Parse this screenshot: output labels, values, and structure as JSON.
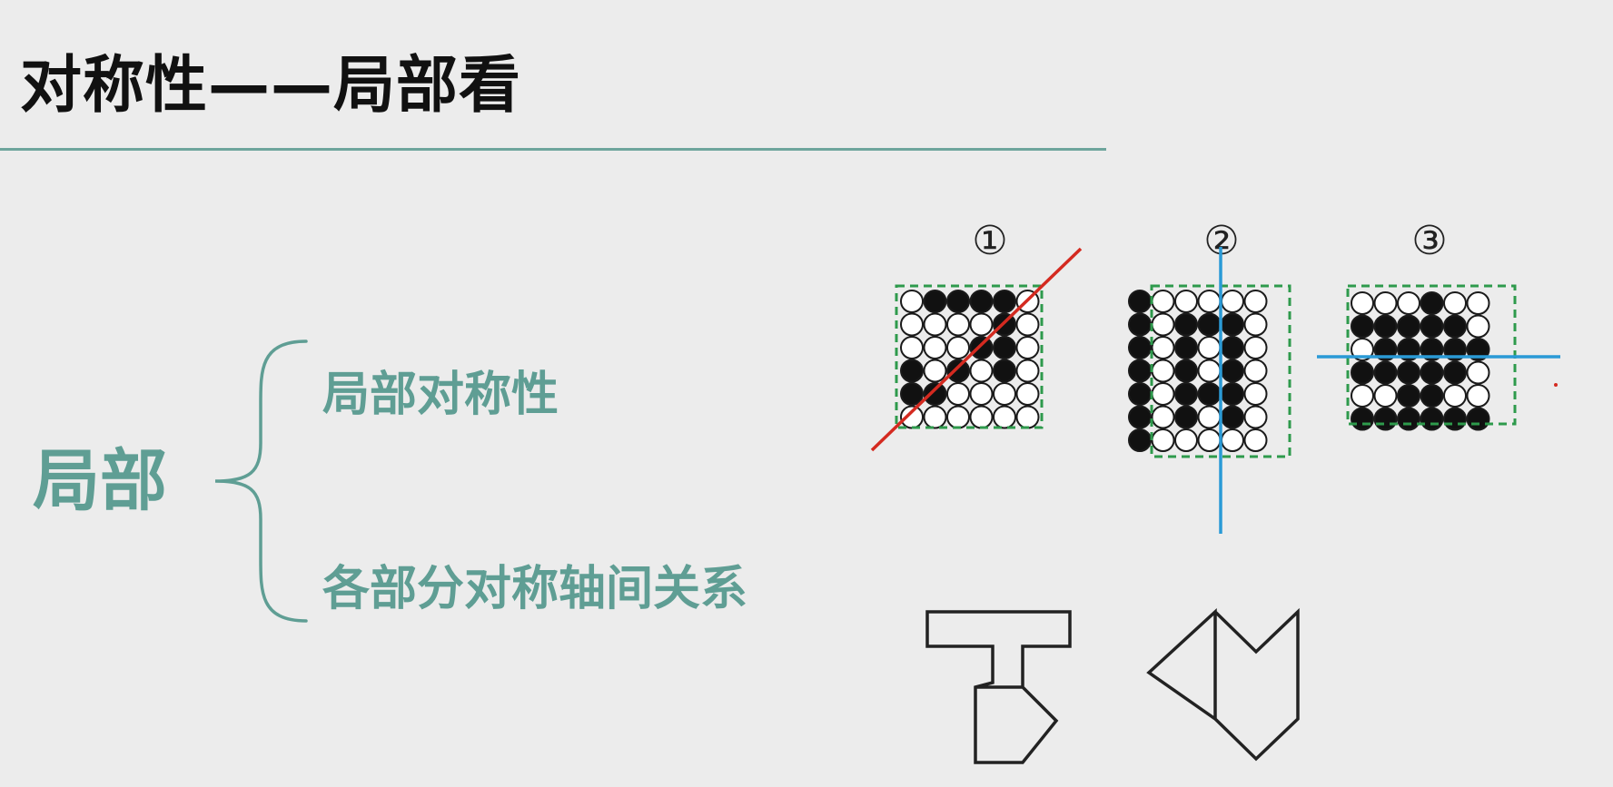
{
  "slide": {
    "title": "对称性——局部看",
    "main_term": "局部",
    "branches": [
      "局部对称性",
      "各部分对称轴间关系"
    ]
  },
  "figures": {
    "labels": [
      "①",
      "②",
      "③"
    ],
    "grid1_black": [
      [
        0,
        1,
        1,
        1,
        1,
        0
      ],
      [
        0,
        0,
        0,
        0,
        1,
        0
      ],
      [
        0,
        0,
        0,
        1,
        1,
        0
      ],
      [
        1,
        0,
        1,
        0,
        1,
        0
      ],
      [
        1,
        1,
        0,
        0,
        0,
        0
      ],
      [
        0,
        0,
        0,
        0,
        0,
        0
      ]
    ],
    "grid2_black": [
      [
        1,
        0,
        0,
        0,
        0,
        0
      ],
      [
        1,
        0,
        1,
        1,
        1,
        0
      ],
      [
        1,
        0,
        1,
        0,
        1,
        0
      ],
      [
        1,
        0,
        1,
        0,
        1,
        0
      ],
      [
        1,
        0,
        1,
        1,
        1,
        0
      ],
      [
        1,
        0,
        1,
        0,
        1,
        0
      ],
      [
        1,
        0,
        0,
        0,
        0,
        0
      ]
    ],
    "grid3_black": [
      [
        0,
        0,
        0,
        1,
        0,
        0
      ],
      [
        1,
        1,
        1,
        1,
        1,
        0
      ],
      [
        0,
        1,
        1,
        1,
        1,
        1
      ],
      [
        1,
        1,
        1,
        1,
        1,
        0
      ],
      [
        0,
        0,
        1,
        1,
        0,
        0
      ],
      [
        1,
        1,
        1,
        1,
        1,
        1
      ]
    ],
    "colors": {
      "accent": "#5f9e94",
      "dashed_box": "#2e9a4c",
      "diagonal_axis": "#d42a20",
      "blue_axis": "#2a9ad6",
      "dot_black": "#111111",
      "dot_outline": "#1a1a1a"
    }
  }
}
